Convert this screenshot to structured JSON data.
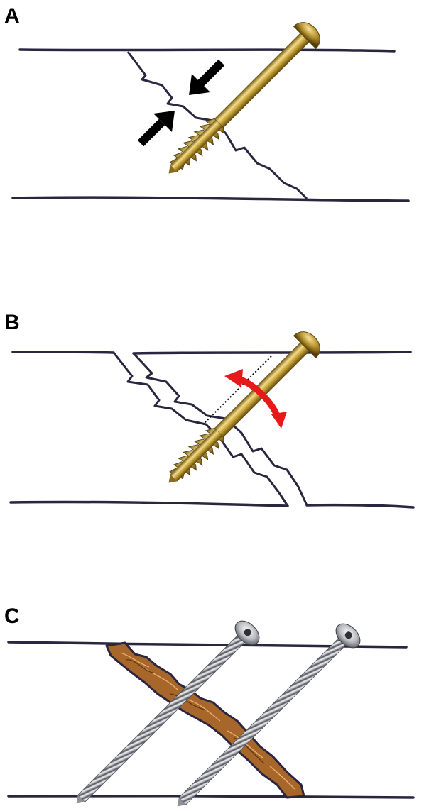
{
  "panels": [
    {
      "label": "A"
    },
    {
      "label": "B"
    },
    {
      "label": "C"
    }
  ],
  "colors": {
    "bone_line": "#2b2540",
    "arrow_black": "#000000",
    "arrow_red": "#e8191b",
    "gold_screw": "#b8932f",
    "gold_highlight": "#f3dc8a",
    "steel_screw": "#b9bcc1",
    "steel_highlight": "#f4f5f6",
    "bone_graft": "#a8672a"
  }
}
